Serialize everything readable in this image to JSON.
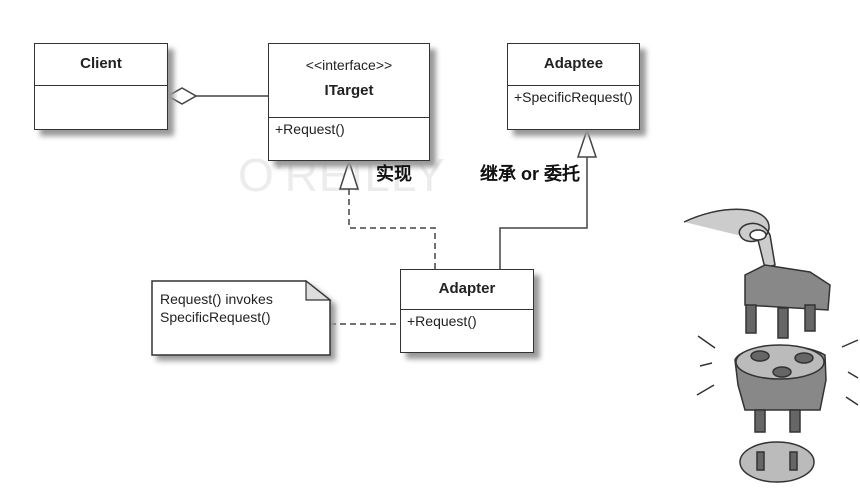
{
  "watermark": "O'REILLY",
  "classes": {
    "client": {
      "name": "Client"
    },
    "itarget": {
      "stereotype": "<<interface>>",
      "name": "ITarget",
      "operation": "+Request()"
    },
    "adaptee": {
      "name": "Adaptee",
      "operation": "+SpecificRequest()"
    },
    "adapter": {
      "name": "Adapter",
      "operation": "+Request()"
    }
  },
  "note": {
    "line1": "Request() invokes",
    "line2": "SpecificRequest()"
  },
  "labels": {
    "realization": "实现",
    "inheritance": "继承 or 委托"
  },
  "illustration": "plug-adapter-drawing"
}
